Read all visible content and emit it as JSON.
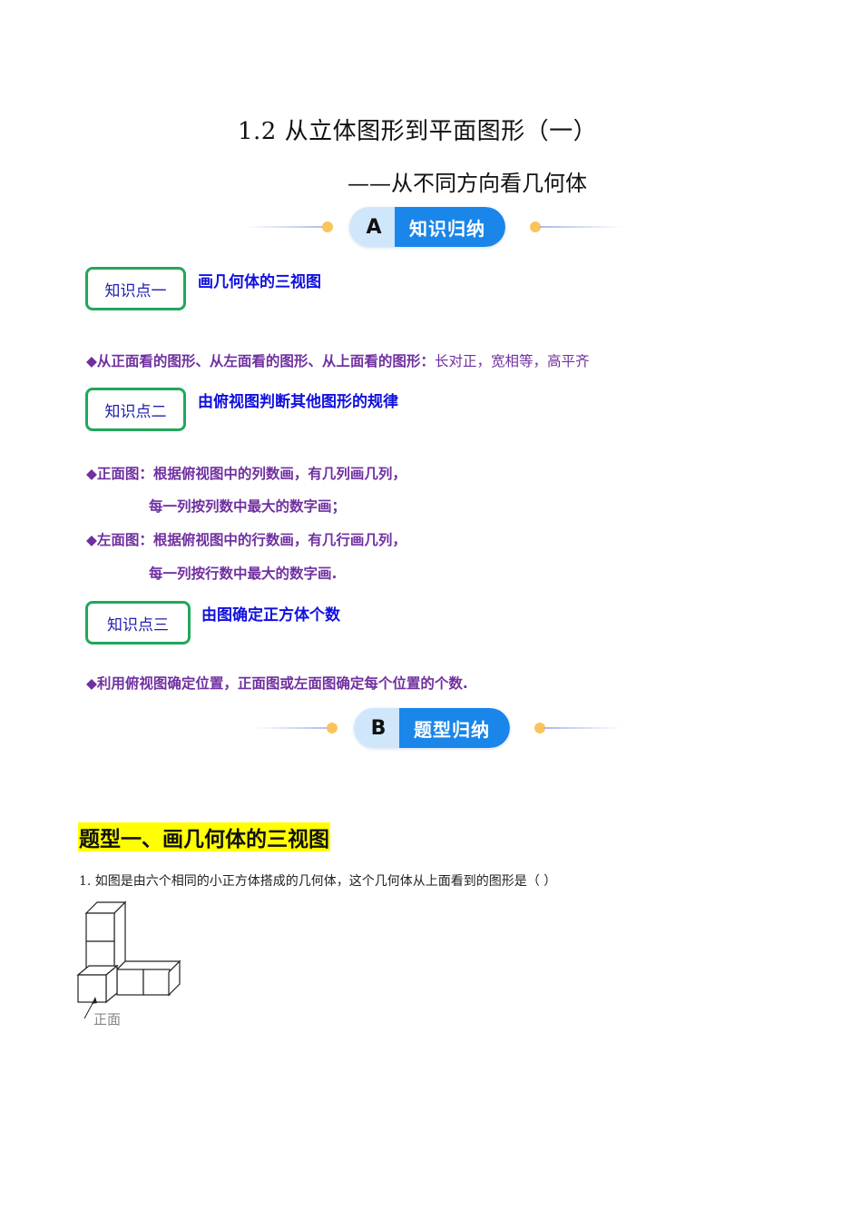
{
  "header": {
    "title": "1.2 从立体图形到平面图形（一）",
    "subtitle": "——从不同方向看几何体"
  },
  "section_a": {
    "letter": "A",
    "label": "知识归纳"
  },
  "knowledge_points": [
    {
      "badge": "知识点一",
      "title": "画几何体的三视图",
      "lines": [
        {
          "bold": "◆从正面看的图形、从左面看的图形、从上面看的图形：",
          "normal": "长对正，宽相等，高平齐"
        }
      ]
    },
    {
      "badge": "知识点二",
      "title": "由俯视图判断其他图形的规律",
      "lines": [
        {
          "bold": "◆正面图：根据俯视图中的列数画，有几列画几列，"
        },
        {
          "bold": "每一列按列数中最大的数字画；"
        },
        {
          "bold": "◆左面图：根据俯视图中的行数画，有几行画几列，"
        },
        {
          "bold": "每一列按行数中最大的数字画."
        }
      ]
    },
    {
      "badge": "知识点三",
      "title": "由图确定正方体个数",
      "lines": [
        {
          "bold": "◆利用俯视图确定位置，正面图或左面图确定每个位置的个数."
        }
      ]
    }
  ],
  "section_b": {
    "letter": "B",
    "label": "题型归纳"
  },
  "question_type": {
    "heading": "题型一、画几何体的三视图",
    "questions": [
      {
        "text": "1. 如图是由六个相同的小正方体搭成的几何体，这个几何体从上面看到的图形是（    ）",
        "figure_label": "正面"
      }
    ]
  },
  "colors": {
    "accent_blue": "#1a86ea",
    "pill_light": "#cfe6fb",
    "dot_orange": "#fbc45a",
    "badge_green": "#21a85a",
    "kp_title_blue": "#1010e0",
    "bullet_purple": "#7030a0",
    "highlight_yellow": "#ffff00"
  }
}
